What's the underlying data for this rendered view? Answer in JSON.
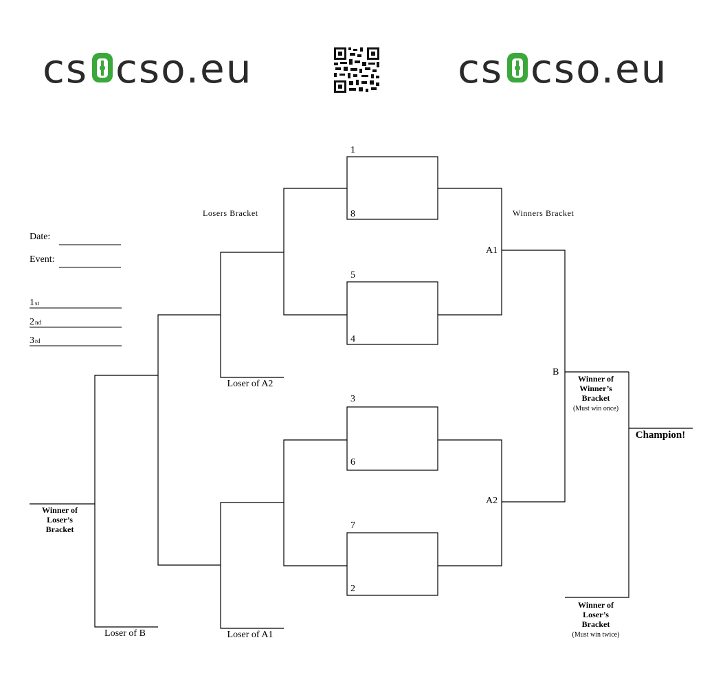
{
  "header": {
    "logo_left": {
      "text_a": "cs",
      "text_b": "cso.eu"
    },
    "logo_right": {
      "text_a": "cs",
      "text_b": "cso.eu"
    },
    "brand_color": "#3aa83a",
    "qr_code": "qr-code"
  },
  "form": {
    "date_label": "Date:",
    "event_label": "Event:",
    "places": [
      {
        "num": "1",
        "suffix": "st"
      },
      {
        "num": "2",
        "suffix": "nd"
      },
      {
        "num": "3",
        "suffix": "rd"
      }
    ]
  },
  "bracket": {
    "losers_title": "Losers Bracket",
    "winners_title": "Winners Bracket",
    "seeds": [
      {
        "top": "1",
        "bottom": "8"
      },
      {
        "top": "5",
        "bottom": "4"
      },
      {
        "top": "3",
        "bottom": "6"
      },
      {
        "top": "7",
        "bottom": "2"
      }
    ],
    "a1_label": "A1",
    "a2_label": "A2",
    "b_label": "B",
    "loser_a2": "Loser of A2",
    "loser_a1": "Loser of A1",
    "loser_b": "Loser of B",
    "winner_losers_left": [
      "Winner of",
      "Loser’s",
      "Bracket"
    ],
    "winner_winners": [
      "Winner of",
      "Winner’s",
      "Bracket"
    ],
    "winner_winners_note": "(Must win once)",
    "winner_losers_right": [
      "Winner of",
      "Loser’s",
      "Bracket"
    ],
    "winner_losers_right_note": "(Must win twice)",
    "champion": "Champion!"
  }
}
